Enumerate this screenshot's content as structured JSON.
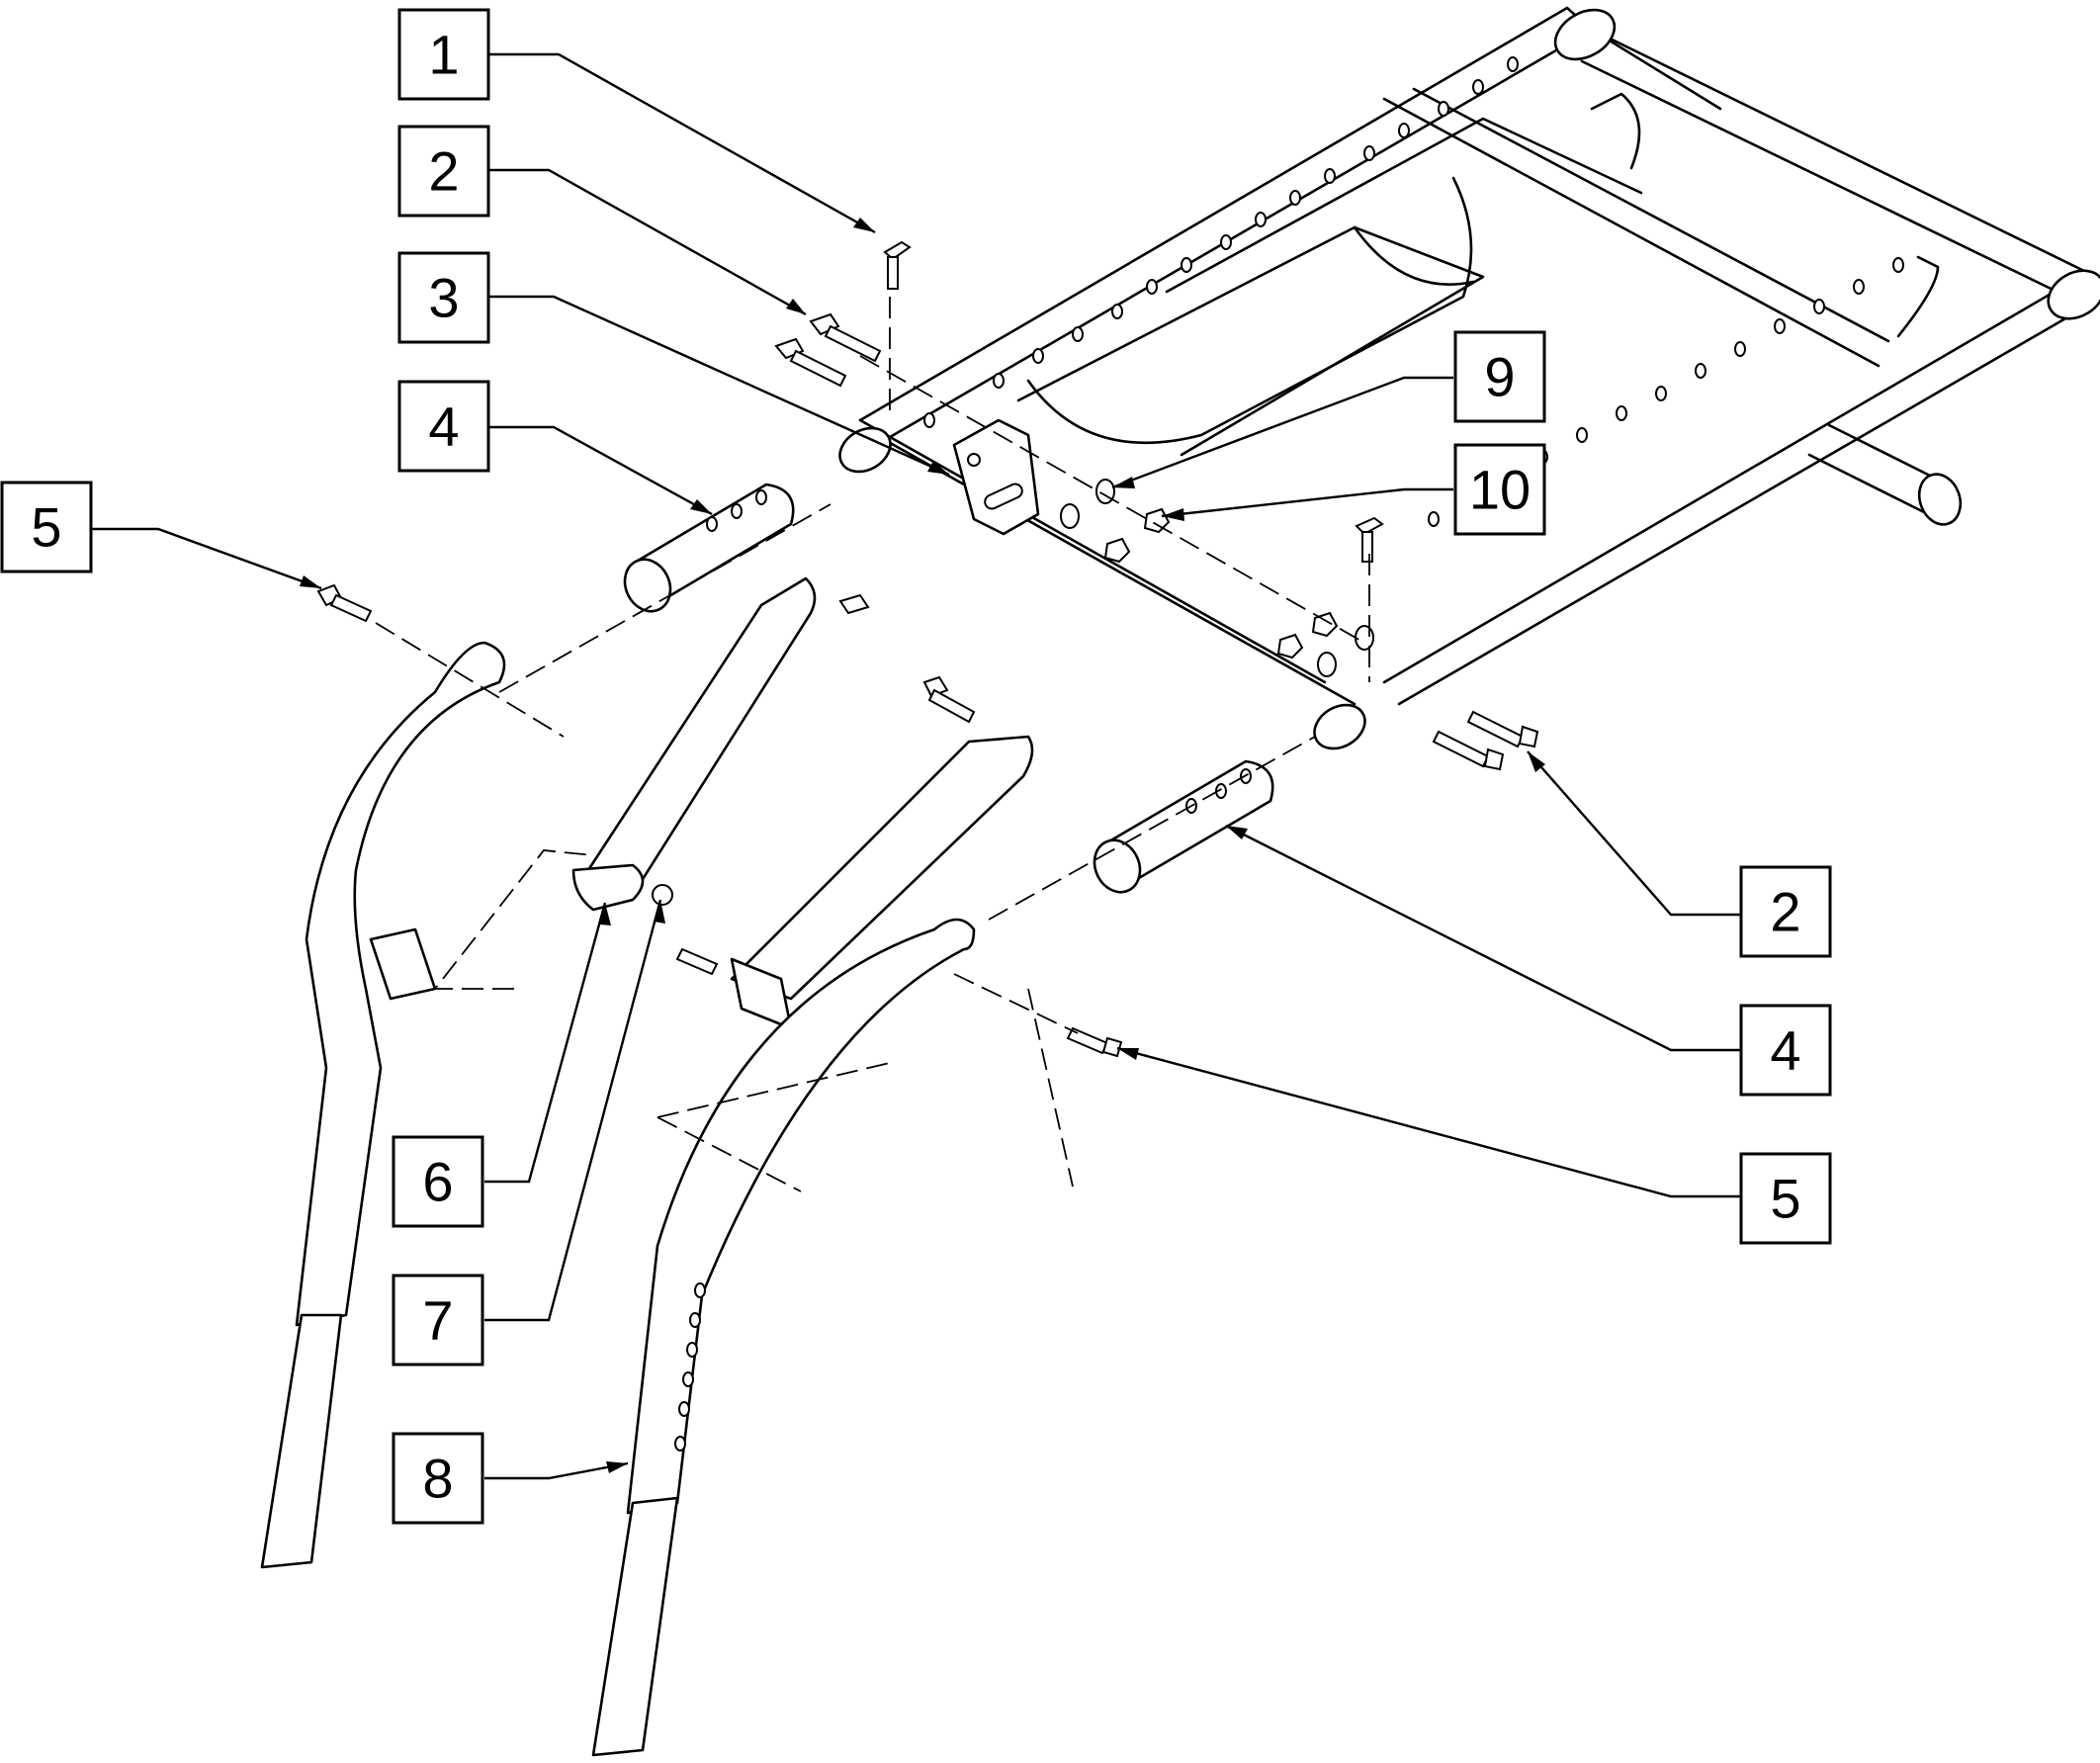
{
  "diagram": {
    "callouts": [
      {
        "id": "c1",
        "label": "1"
      },
      {
        "id": "c2a",
        "label": "2"
      },
      {
        "id": "c3",
        "label": "3"
      },
      {
        "id": "c4a",
        "label": "4"
      },
      {
        "id": "c5a",
        "label": "5"
      },
      {
        "id": "c9",
        "label": "9"
      },
      {
        "id": "c10",
        "label": "10"
      },
      {
        "id": "c2b",
        "label": "2"
      },
      {
        "id": "c4b",
        "label": "4"
      },
      {
        "id": "c5b",
        "label": "5"
      },
      {
        "id": "c6",
        "label": "6"
      },
      {
        "id": "c7",
        "label": "7"
      },
      {
        "id": "c8",
        "label": "8"
      }
    ],
    "colors": {
      "line": "#000000",
      "background": "#ffffff"
    }
  }
}
